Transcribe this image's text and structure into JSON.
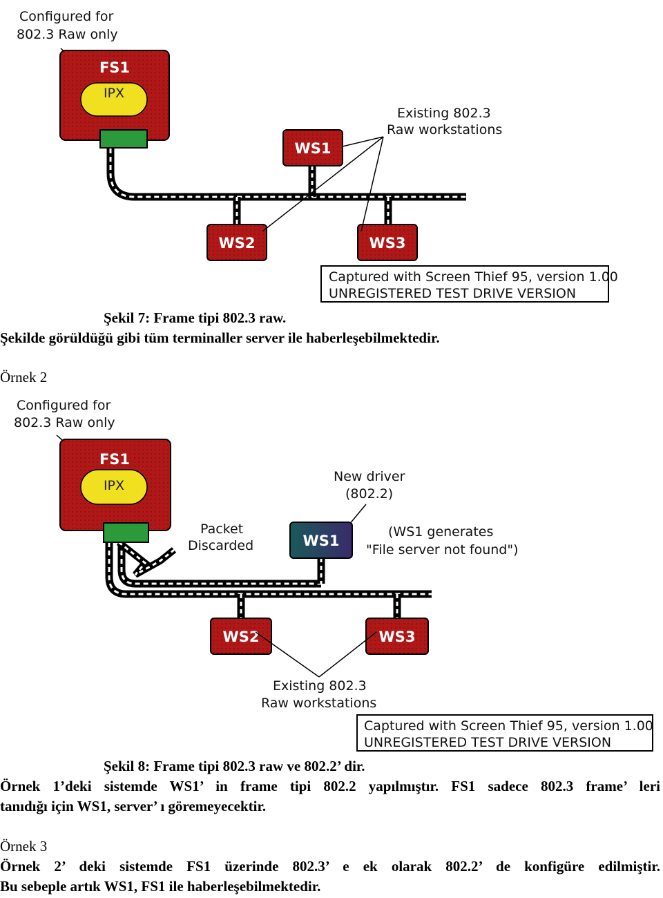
{
  "figure1": {
    "config_label": [
      "Configured for",
      "802.3 Raw only"
    ],
    "server": "FS1",
    "protocol": "IPX",
    "workstations": [
      "WS1",
      "WS2",
      "WS3"
    ],
    "existing_label": [
      "Existing 802.3",
      "Raw workstations"
    ],
    "stamp": [
      "Captured with Screen Thief 95, version 1.00",
      "UNREGISTERED TEST DRIVE VERSION"
    ]
  },
  "caption1": "Şekil  7: Frame tipi  802.3 raw.",
  "text1": "Şekilde görüldüğü gibi tüm terminaller server ile haberleşebilmektedir.",
  "example2_heading": "Örnek  2",
  "figure2": {
    "config_label": [
      "Configured for",
      "802.3 Raw only"
    ],
    "server": "FS1",
    "protocol": "IPX",
    "packet_label": [
      "Packet",
      "Discarded"
    ],
    "new_driver_label": [
      "New driver",
      "(802.2)"
    ],
    "ws1_note": [
      "(WS1 generates",
      "\"File server not found\")"
    ],
    "workstations": [
      "WS1",
      "WS2",
      "WS3"
    ],
    "existing_label": [
      "Existing 802.3",
      "Raw workstations"
    ],
    "stamp": [
      "Captured with Screen Thief 95, version 1.00",
      "UNREGISTERED TEST DRIVE VERSION"
    ]
  },
  "caption2": "Şekil  8: Frame tipi 802.3 raw ve 802.2’ dir.",
  "text2_line1": "Örnek 1’deki sistemde WS1’ in frame tipi 802.2 yapılmıştır. FS1 sadece 802.3 frame’ leri",
  "text2_line2": "tanıdığı için WS1, server’ ı göremeyecektir.",
  "example3_heading": "Örnek  3",
  "text3_line1": "Örnek 2’ deki sistemde FS1 üzerinde 802.3’ e ek olarak 802.2’ de konfigüre edilmiştir.",
  "text3_line2": "Bu sebeple artık WS1, FS1 ile haberleşebilmektedir.",
  "colors": {
    "box_red": "#b01818",
    "ipx_yellow": "#f0e020",
    "nic_green": "#2a9a3a",
    "ws1_new": "#2a6a6a"
  }
}
